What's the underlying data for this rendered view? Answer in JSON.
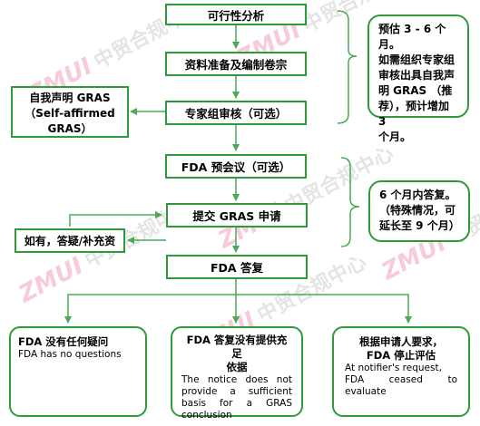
{
  "steps": {
    "feasibility": "可行性分析",
    "dossier": "资料准备及编制卷宗",
    "expert_review": "专家组审核（可选）",
    "pre_meeting": "FDA 预会议（可选）",
    "submit": "提交 GRAS 申请",
    "reply": "FDA 答复"
  },
  "side": {
    "self_gras_cn": "自我声明 GRAS",
    "self_gras_en": "（Self-affirmed GRAS）",
    "query": "如有，答疑/补充资"
  },
  "notes": {
    "estimate": [
      "预估 3 - 6 个月。",
      "如需组织专家组",
      "审核出具自我声",
      "明 GRAS （推",
      "荐），预计增加 3",
      "个月。"
    ],
    "reply_time": [
      "6 个月内答复。",
      "（特殊情况，可",
      "延长至 9 个月）"
    ]
  },
  "results": {
    "no_questions": {
      "title": "FDA 没有任何疑问",
      "text": "FDA has no questions"
    },
    "insufficient": {
      "title_1": "FDA 答复没有提供充足",
      "title_2": "依据",
      "text": [
        "The notice does not",
        "provide a sufficient",
        "basis for a GRAS",
        "conclusion"
      ]
    },
    "cease": {
      "title_1": "根据申请人要求，",
      "title_2": "FDA 停止评估",
      "text": [
        "At notifier's request,",
        "FDA ceased to",
        "evaluate"
      ]
    }
  },
  "watermark": {
    "logo": "ZMUI",
    "text": "中贸合规中心"
  },
  "colors": {
    "border": "#2d9a3c",
    "line": "#4aaa55"
  }
}
